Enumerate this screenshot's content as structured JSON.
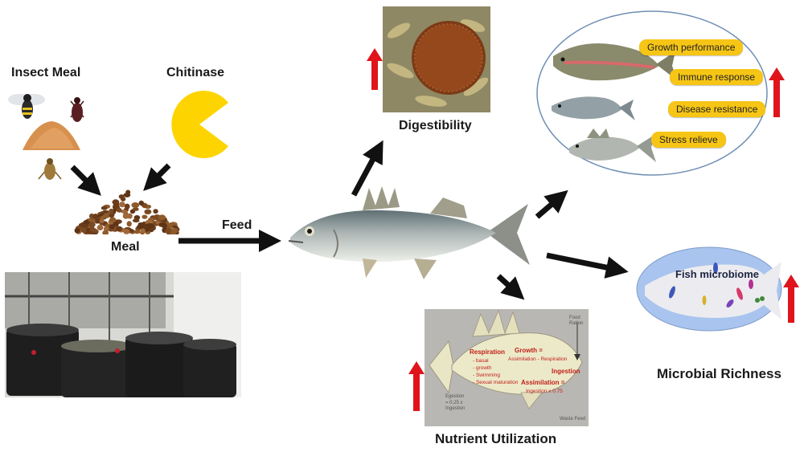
{
  "labels": {
    "insect_meal": "Insect Meal",
    "chitinase": "Chitinase",
    "meal": "Meal",
    "feed": "Feed",
    "digestibility": "Digestibility",
    "nutrient_utilization": "Nutrient Utilization",
    "microbial_richness": "Microbial Richness"
  },
  "benefits": [
    "Growth performance",
    "Immune response",
    "Disease resistance",
    "Stress relieve"
  ],
  "microbiome": {
    "label": "Fish microbiome"
  },
  "energy_diagram": {
    "respiration_title": "Respiration",
    "respiration_items": [
      "- basal",
      "- growth",
      "- Swimming",
      "- Sexual maturation"
    ],
    "growth_title": "Growth =",
    "growth_formula": "Assimilation - Respiration",
    "ingestion": "Ingestion",
    "assimilation_title": "Assimilation =",
    "assimilation_formula": "Ingestion x 0.75",
    "egestion": "Egestion",
    "egestion_formula": "= 0.25 x",
    "egestion_formula2": "Ingestion",
    "food_ration": "Food",
    "food_ration2": "Ration",
    "waste_feed": "Waste Feed"
  },
  "colors": {
    "arrow": "#111111",
    "up_arrow": "#e0141b",
    "pill": "#f6c515",
    "pacman": "#fdd400",
    "microbiome_bg": "#a9c4ee"
  }
}
